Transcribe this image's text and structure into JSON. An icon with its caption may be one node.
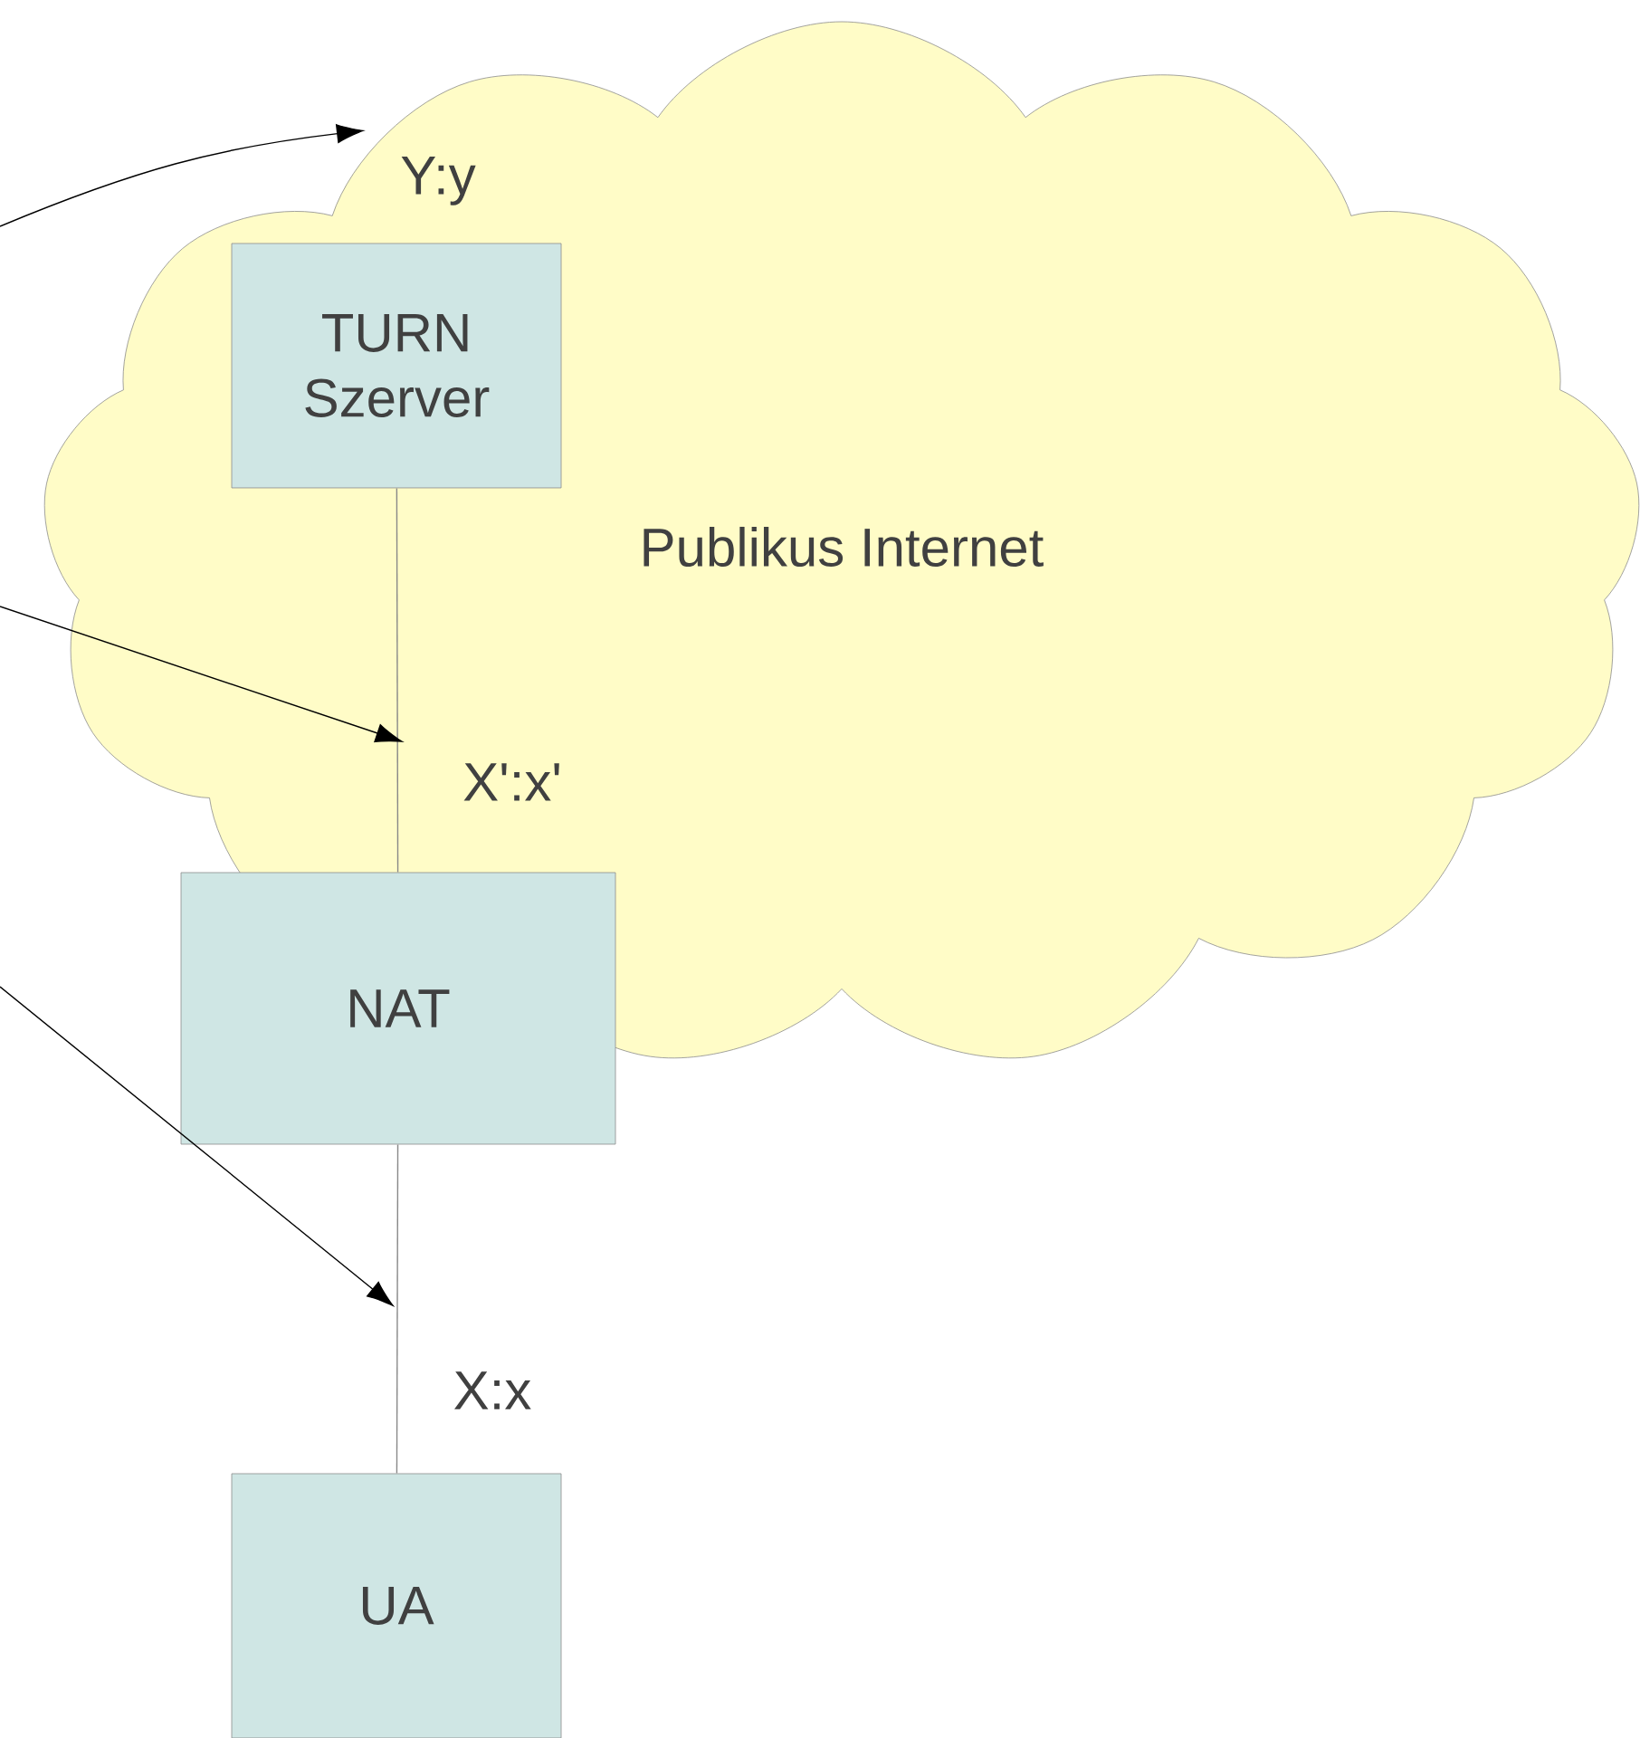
{
  "diagram": {
    "nodes": [
      {
        "text": [
          "Publikus Internet"
        ]
      },
      {
        "text": [
          "TURN Szerver"
        ],
        "in": 0
      },
      {
        "text": [
          "NAT"
        ]
      },
      {
        "text": [
          "UA"
        ]
      },
      {
        "text": [
          "Y:y"
        ],
        "in": 0
      },
      {
        "text": [
          "X':x'"
        ],
        "in": 0
      },
      {
        "text": [
          "X:x"
        ]
      }
    ],
    "edges": [
      {
        "from": 1,
        "to": 2,
        "arrow": "none",
        "color": "#888888"
      },
      {
        "from": 2,
        "to": 3,
        "arrow": "none",
        "color": "#888888"
      },
      {
        "from": null,
        "to": 4,
        "arrow": "to"
      },
      {
        "from": null,
        "to": 5,
        "arrow": "to"
      },
      {
        "from": null,
        "to": 6,
        "arrow": "to"
      }
    ]
  }
}
